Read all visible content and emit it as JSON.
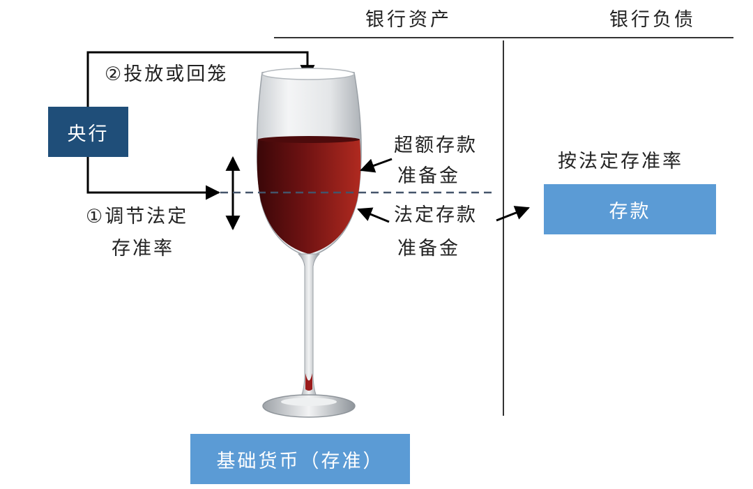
{
  "header": {
    "assets_label": "银行资产",
    "liabilities_label": "银行负债"
  },
  "central_bank": {
    "label": "央行"
  },
  "actions": {
    "step2_label": "②投放或回笼",
    "step1_line1": "①调节法定",
    "step1_line2": "存准率"
  },
  "reserves": {
    "excess_line1": "超额存款",
    "excess_line2": "准备金",
    "required_line1": "法定存款",
    "required_line2": "准备金"
  },
  "liabilities": {
    "rate_label": "按法定存准率",
    "deposit_label": "存款"
  },
  "base_money": {
    "label": "基础货币（存准）"
  },
  "colors": {
    "dark_blue": "#1f4e79",
    "light_blue": "#5b9bd5",
    "wine": "#7a1414",
    "dash_line": "#44546a"
  }
}
